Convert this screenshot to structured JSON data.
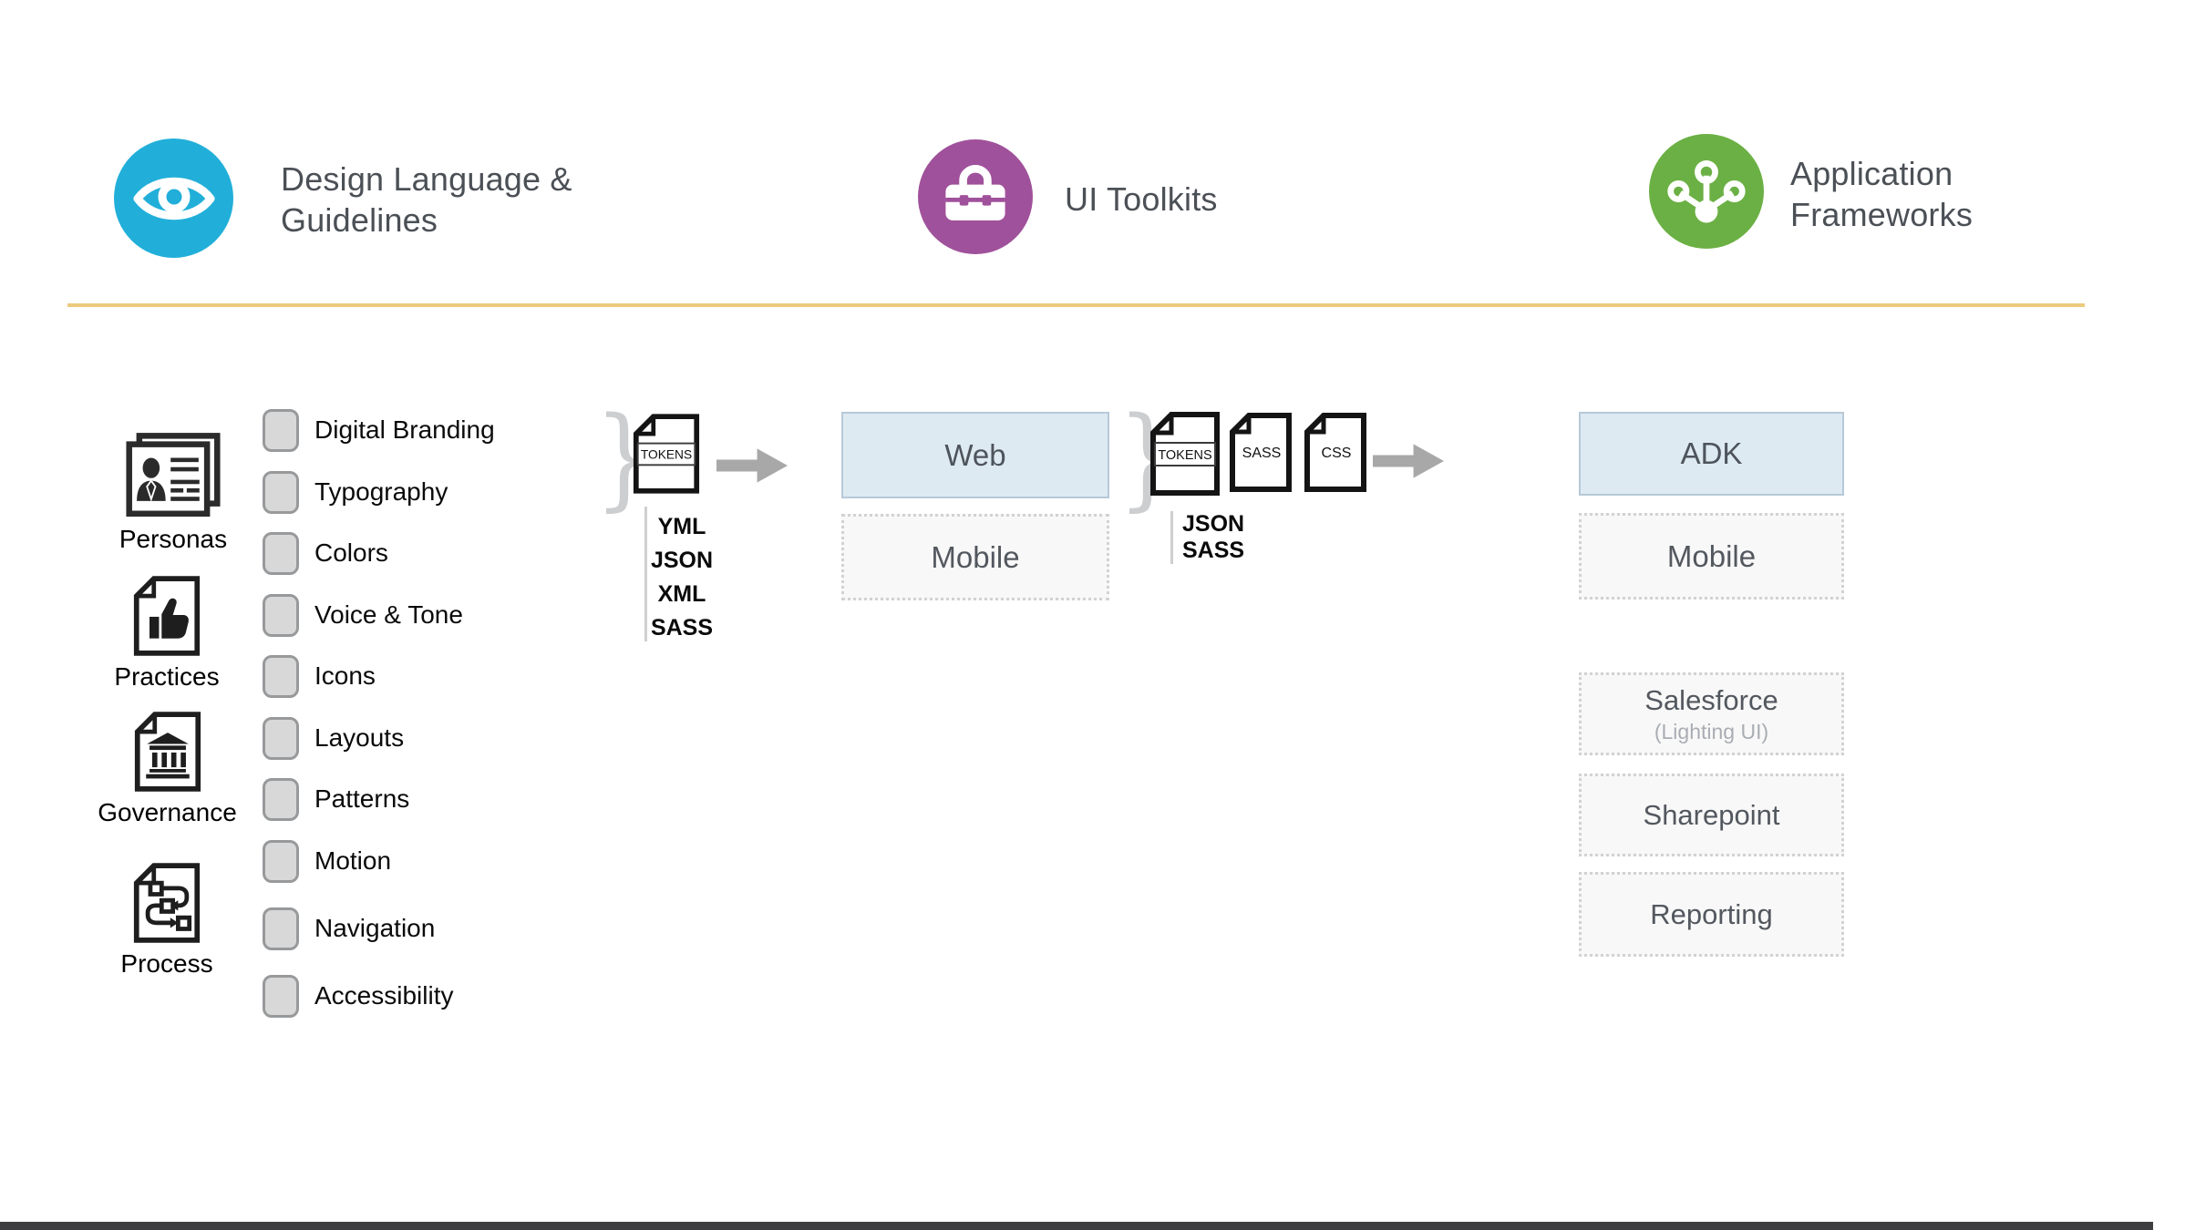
{
  "header": {
    "design_language": {
      "title": "Design Language &\nGuidelines"
    },
    "ui_toolkits": {
      "title": "UI Toolkits"
    },
    "application_frameworks": {
      "title": "Application\nFrameworks"
    }
  },
  "colors": {
    "design_hub": "#21AFD9",
    "toolkits_hub": "#A0519B",
    "frameworks_hub": "#6BB044",
    "divider": "#ECCA7E",
    "selected_box_fill": "#DEEAF2",
    "selected_box_border": "#B7C9D8"
  },
  "foundations": {
    "doc_items": [
      {
        "label": "Personas"
      },
      {
        "label": "Practices"
      },
      {
        "label": "Governance"
      },
      {
        "label": "Process"
      }
    ],
    "checklist": [
      "Digital Branding",
      "Typography",
      "Colors",
      "Voice & Tone",
      "Icons",
      "Layouts",
      "Patterns",
      "Motion",
      "Navigation",
      "Accessibility"
    ]
  },
  "token_generation": {
    "brace": "}",
    "file_label": "TOKENS",
    "formats": [
      "YML",
      "JSON",
      "XML",
      "SASS"
    ]
  },
  "toolkit_targets": {
    "web": "Web",
    "mobile": "Mobile"
  },
  "build_pipeline": {
    "brace": "}",
    "files": [
      "TOKENS",
      "SASS",
      "CSS"
    ],
    "formats": [
      "JSON",
      "SASS"
    ]
  },
  "framework_targets": {
    "adk": "ADK",
    "mobile": "Mobile",
    "salesforce": "Salesforce",
    "salesforce_sub": "(Lighting UI)",
    "sharepoint": "Sharepoint",
    "reporting": "Reporting"
  }
}
